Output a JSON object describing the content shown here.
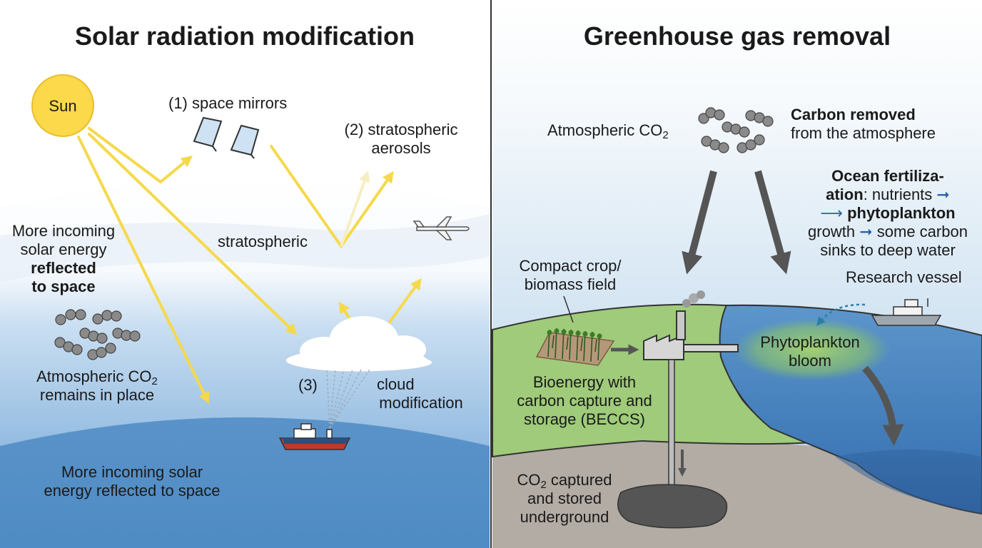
{
  "left": {
    "title": "Solar radiation modification",
    "sun_label": "Sun",
    "space_mirrors": "(1) space mirrors",
    "strat_aerosols_line1": "(2) stratospheric",
    "strat_aerosols_line2": "aerosols",
    "stratospheric_band": "stratospheric",
    "reflected_line1": "More incoming",
    "reflected_line2": "solar energy",
    "reflected_line3": "reflected",
    "reflected_line4": "to space",
    "co2_line1_pre": "Atmospheric CO",
    "co2_sub": "2",
    "co2_line2": "remains in place",
    "cloud_number": "(3)",
    "cloud_line1": "cloud",
    "cloud_line2": "modification",
    "bottom_line1": "More incoming solar",
    "bottom_line2": "energy reflected to space"
  },
  "right": {
    "title": "Greenhouse gas removal",
    "atm_co2_pre": "Atmospheric CO",
    "atm_co2_sub": "2",
    "carbon_removed_bold": "Carbon removed",
    "carbon_removed_rest": "from the atmosphere",
    "ocean_line1": "Ocean fertiliza-",
    "ocean_line2_bold": "ation",
    "ocean_line2_rest": ": nutrients",
    "ocean_line3": "phytoplankton",
    "ocean_line4_a": "growth",
    "ocean_line4_b": "some carbon",
    "ocean_line5": "sinks to deep water",
    "crop_line1": "Compact crop/",
    "crop_line2": "biomass field",
    "research_vessel": "Research vessel",
    "bloom_line1": "Phytoplankton",
    "bloom_line2": "bloom",
    "beccs_line1": "Bioenergy with",
    "beccs_line2": "carbon capture and",
    "beccs_line3": "storage (BECCS)",
    "stored_line1_pre": "CO",
    "stored_sub": "2",
    "stored_line1_rest": " captured",
    "stored_line2": "and stored",
    "stored_line3": "underground"
  },
  "colors": {
    "sky_top": "#ffffff",
    "sky_blue": "#8fb9e0",
    "ocean": "#4c86c0",
    "ocean_deep": "#3568a6",
    "land_green": "#9fcb7a",
    "ground_gray": "#b3aca4",
    "sun_fill": "#fbd94a",
    "ray_yellow": "#f5d94b",
    "arrow_gray": "#555555",
    "accent_blue": "#2a64a8",
    "co2_molecule": "#888888"
  },
  "icons": [
    "sun-icon",
    "space-mirror-icon",
    "airplane-icon",
    "cloud-icon",
    "ship-icon",
    "co2-molecule-icon",
    "factory-icon",
    "crop-field-icon",
    "research-vessel-icon",
    "reservoir-icon"
  ]
}
